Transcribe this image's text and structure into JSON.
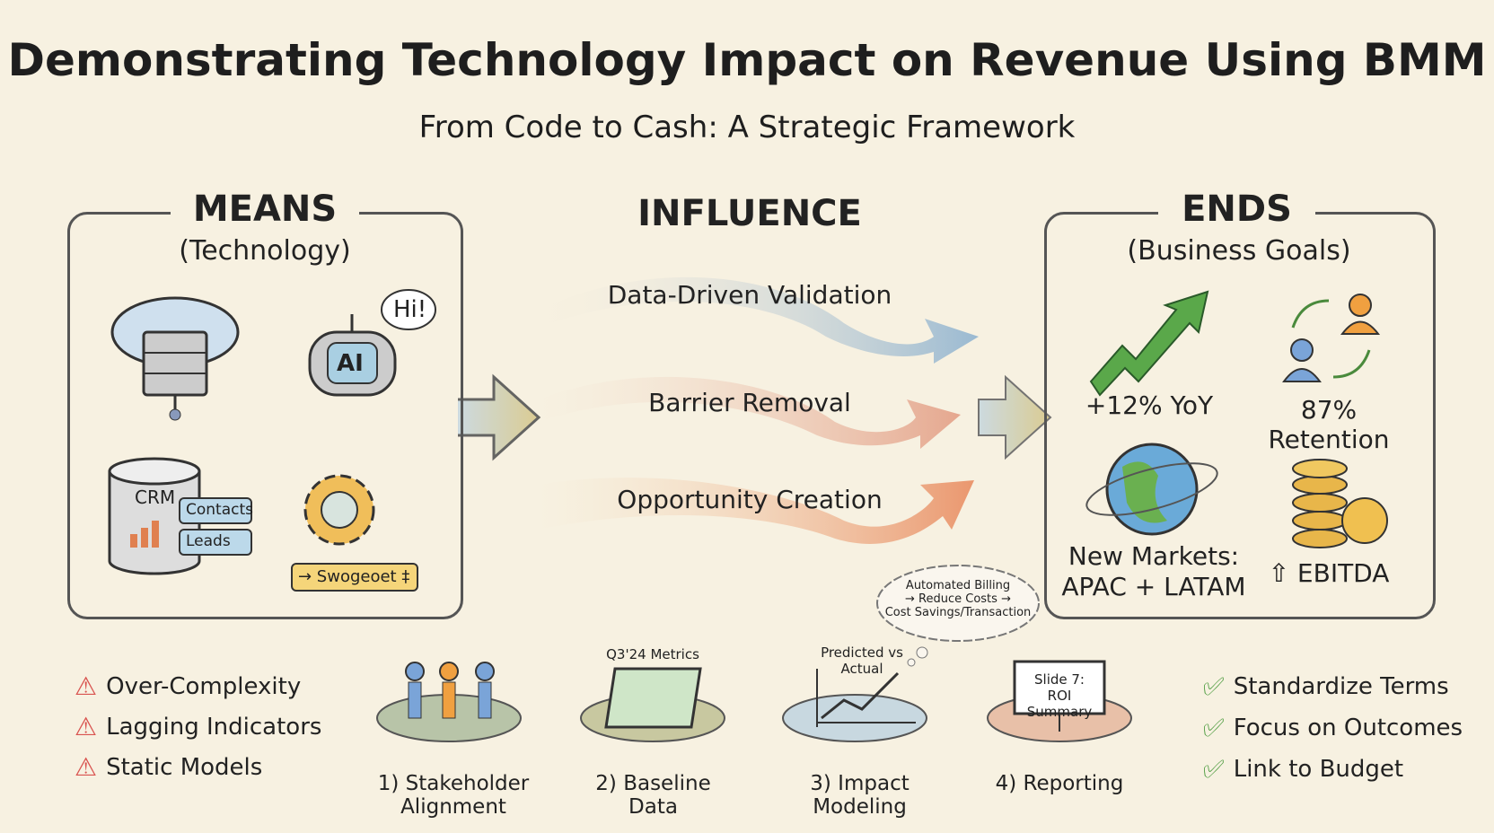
{
  "title": "Demonstrating Technology Impact on Revenue Using BMM",
  "subtitle": "From Code to Cash: A Strategic Framework",
  "means": {
    "heading": "MEANS",
    "subheading": "(Technology)",
    "ai_label": "AI",
    "speech": "Hi!",
    "crm_label": "CRM",
    "contacts": "Contacts",
    "leads": "Leads",
    "tag": "→ Swogeoet ‡"
  },
  "influence": {
    "heading": "INFLUENCE",
    "arrows": [
      "Data-Driven Validation",
      "Barrier Removal",
      "Opportunity Creation"
    ]
  },
  "ends": {
    "heading": "ENDS",
    "subheading": "(Business Goals)",
    "goals": [
      "+12% YoY",
      "87% Retention",
      "New Markets:\nAPAC + LATAM",
      "⇧ EBITDA"
    ]
  },
  "risks": [
    "Over-Complexity",
    "Lagging Indicators",
    "Static Models"
  ],
  "steps": [
    {
      "label": "1) Stakeholder Alignment"
    },
    {
      "label": "2) Baseline Data",
      "caption": "Q3'24 Metrics"
    },
    {
      "label": "3) Impact Modeling",
      "caption": "Predicted vs\nActual"
    },
    {
      "label": "4) Reporting",
      "caption": "Slide 7:\nROI Summary"
    }
  ],
  "thought_bubble": "Automated Billing\n→ Reduce Costs →\nCost Savings/Transaction",
  "recommendations": [
    "Standardize Terms",
    "Focus on Outcomes",
    "Link to Budget"
  ],
  "colors": {
    "background": "#f7f1e1",
    "warning": "#d9534f",
    "check": "#4a9a3c",
    "gold": "#e8b64a"
  }
}
